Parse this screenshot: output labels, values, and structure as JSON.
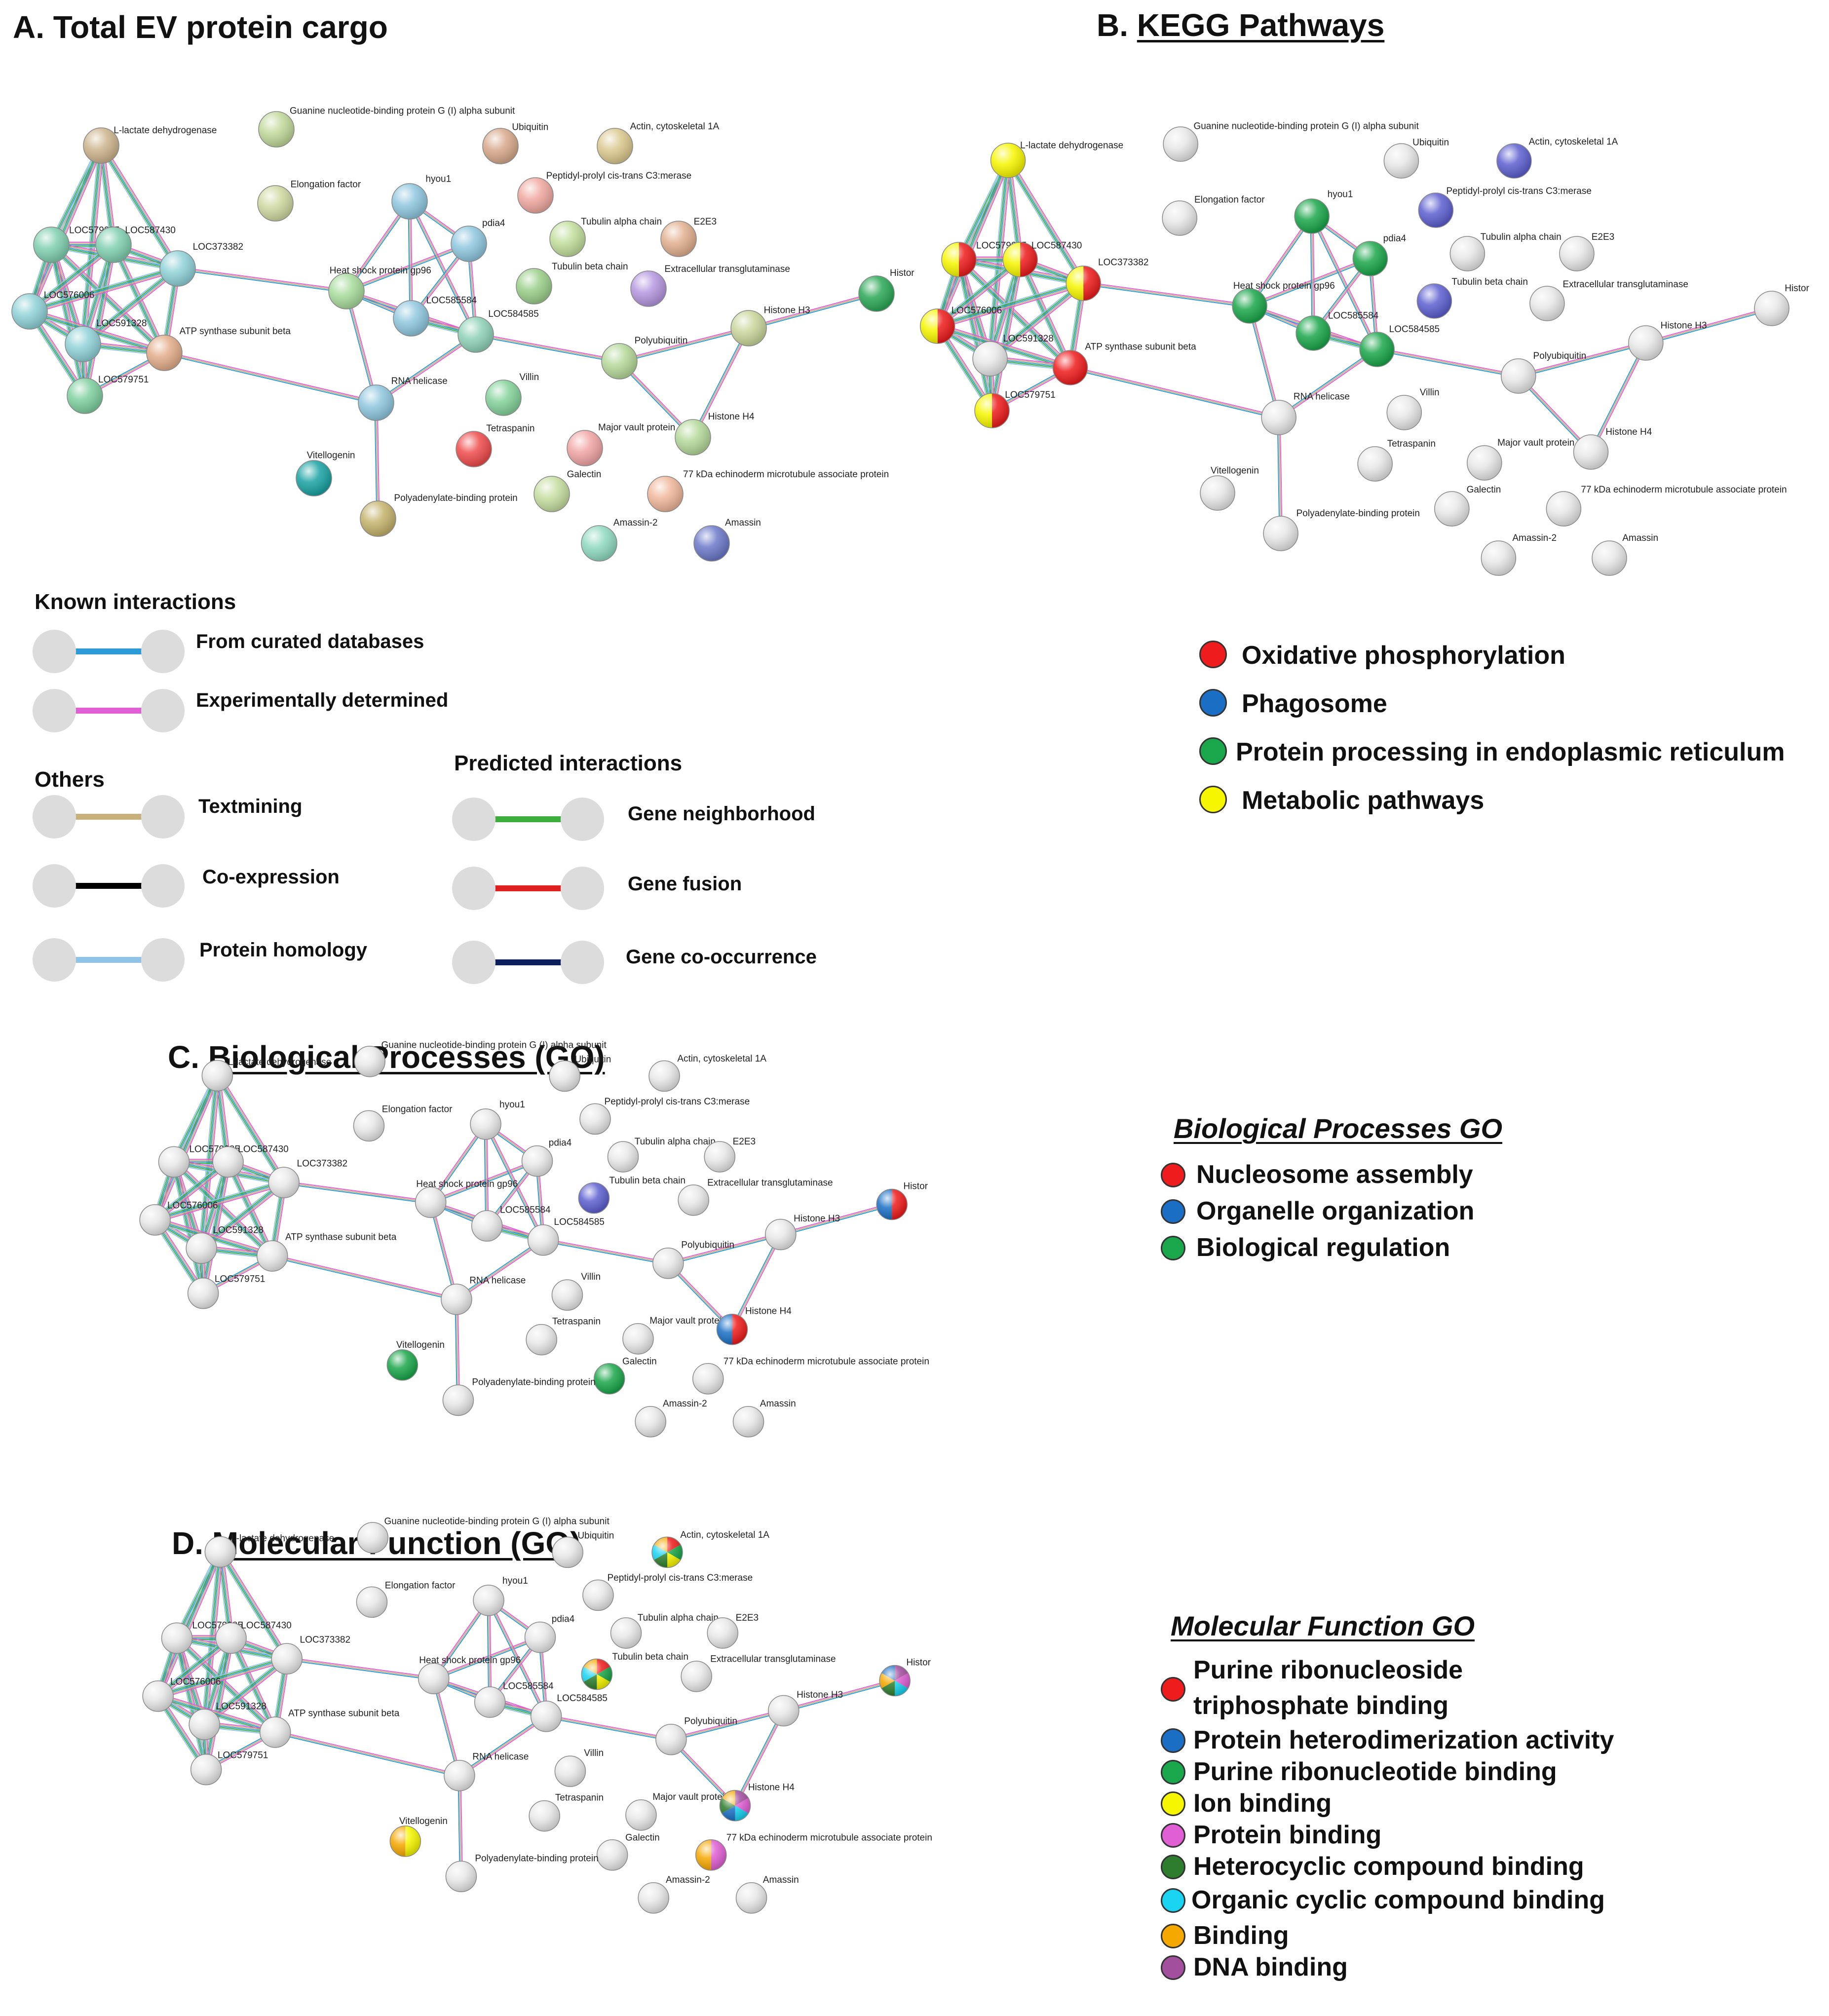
{
  "panels": {
    "A": {
      "letter": "A.",
      "title": "Total EV protein cargo"
    },
    "B": {
      "letter": "B.",
      "title": "KEGG Pathways"
    },
    "C": {
      "letter": "C.",
      "title": "Biological Processes (GO)"
    },
    "D": {
      "letter": "D.",
      "title": "Molecular Function (GO)"
    }
  },
  "node_labels": {
    "ldh": "L-lactate dehydrogenase",
    "gnb": "Guanine nucleotide-binding protein G (I) alpha subunit",
    "ubq": "Ubiquitin",
    "act": "Actin, cytoskeletal 1A",
    "ppi": "Peptidyl-prolyl cis-trans C3:merase",
    "elf": "Elongation factor",
    "hyou": "hyou1",
    "pdia": "pdia4",
    "tua": "Tubulin alpha chain",
    "e2e3": "E2E3",
    "tub": "Tubulin beta chain",
    "etg": "Extracellular transglutaminase",
    "l579085": "LOC579085",
    "l587430": "LOC587430",
    "l373382": "LOC373382",
    "l576006": "LOC576006",
    "l591328": "LOC591328",
    "atp": "ATP synthase subunit beta",
    "l579751": "LOC579751",
    "hsp": "Heat shock protein gp96",
    "l585584": "LOC585584",
    "l584585": "LOC584585",
    "his": "Histor",
    "h3": "Histone H3",
    "pub": "Polyubiquitin",
    "rna": "RNA helicase",
    "vil": "Villin",
    "tsp": "Tetraspanin",
    "mvp": "Major vault protein",
    "h4": "Histone H4",
    "vtg": "Vitellogenin",
    "gal": "Galectin",
    "emt": "77 kDa echinoderm microtubule associate protein",
    "pab": "Polyadenylate-binding protein",
    "am2": "Amassin-2",
    "am": "Amassin"
  },
  "legend_interactions": {
    "known_title": "Known interactions",
    "curated": "From curated databases",
    "experimental": "Experimentally determined",
    "others_title": "Others",
    "textmining": "Textmining",
    "coexpression": "Co-expression",
    "homology": "Protein homology",
    "predicted_title": "Predicted interactions",
    "neighborhood": "Gene neighborhood",
    "fusion": "Gene fusion",
    "cooccurrence": "Gene co-occurrence",
    "colors": {
      "curated": "#2b9ad6",
      "experimental": "#e05fd4",
      "textmining": "#c8b07a",
      "coexpression": "#000000",
      "homology": "#8fc3e8",
      "neighborhood": "#3cae3c",
      "fusion": "#e02020",
      "cooccurrence": "#0b1f5c"
    }
  },
  "legend_kegg": {
    "items": [
      {
        "label": "Oxidative phosphorylation",
        "color": "#ee1c1c"
      },
      {
        "label": "Phagosome",
        "color": "#1a6fc4"
      },
      {
        "label": "Protein processing in endoplasmic reticulum",
        "color": "#1aa64a"
      },
      {
        "label": "Metabolic pathways",
        "color": "#f6f600"
      }
    ]
  },
  "legend_bp": {
    "title": "Biological Processes GO",
    "items": [
      {
        "label": "Nucleosome assembly",
        "color": "#ee1c1c"
      },
      {
        "label": "Organelle organization",
        "color": "#1a6fc4"
      },
      {
        "label": "Biological regulation",
        "color": "#1aa64a"
      }
    ]
  },
  "legend_mf": {
    "title": "Molecular Function GO",
    "items": [
      {
        "label": "Purine ribonucleoside triphosphate binding",
        "line1": "Purine ribonucleoside",
        "line2": "triphosphate binding",
        "color": "#ee1c1c"
      },
      {
        "label": "Protein heterodimerization activity",
        "color": "#1a6fc4"
      },
      {
        "label": "Purine ribonucleotide binding",
        "color": "#1aa64a"
      },
      {
        "label": "Ion binding",
        "color": "#f6f600"
      },
      {
        "label": "Protein binding",
        "color": "#e05fd4"
      },
      {
        "label": "Heterocyclic compound binding",
        "color": "#2e7d2e"
      },
      {
        "label": "Organic cyclic compound binding",
        "color": "#19d3f0"
      },
      {
        "label": "Binding",
        "color": "#f5a800"
      },
      {
        "label": "DNA binding",
        "color": "#a24f9e"
      }
    ]
  }
}
